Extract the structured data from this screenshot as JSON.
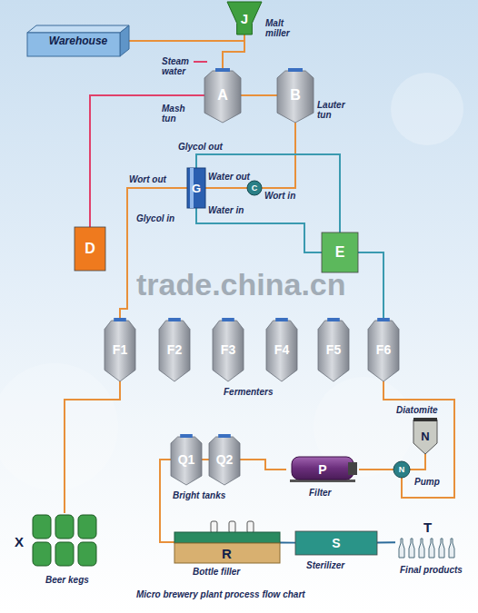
{
  "diagram": {
    "caption": "Micro brewery plant process flow chart",
    "nodes": [
      {
        "text": [
          "Warehouse"
        ]
      },
      {
        "text": [
          "J",
          "Malt miller"
        ]
      },
      {
        "text": [
          "A",
          "Mash tun"
        ]
      },
      {
        "text": [
          "B",
          "Lauter tun"
        ]
      },
      {
        "text": [
          "G"
        ]
      },
      {
        "text": [
          "C"
        ]
      },
      {
        "text": [
          "D"
        ]
      },
      {
        "text": [
          "E"
        ]
      },
      {
        "text": [
          "F1"
        ]
      },
      {
        "text": [
          "F2"
        ]
      },
      {
        "text": [
          "F3"
        ]
      },
      {
        "text": [
          "F4"
        ]
      },
      {
        "text": [
          "F5"
        ]
      },
      {
        "text": [
          "F6"
        ]
      },
      {
        "text": [
          "N",
          "Diatomite"
        ]
      },
      {
        "text": [
          "Q1"
        ]
      },
      {
        "text": [
          "Q2"
        ]
      },
      {
        "text": [
          "P",
          "Filter"
        ]
      },
      {
        "text": [
          "N",
          "Pump"
        ]
      },
      {
        "text": [
          "X",
          "Beer kegs"
        ]
      },
      {
        "text": [
          "R",
          "Bottle filler"
        ]
      },
      {
        "text": [
          "S",
          "Sterilizer"
        ]
      },
      {
        "text": [
          "T",
          "Final products"
        ]
      }
    ],
    "edges": [
      {
        "from": 0,
        "to": 1,
        "arrow": "none"
      },
      {
        "from": 1,
        "to": 2,
        "arrow": "none"
      },
      {
        "from": 2,
        "to": 3,
        "arrow": "none"
      },
      {
        "from": 3,
        "to": 5,
        "arrow": "none"
      },
      {
        "from": 5,
        "to": 4,
        "arrow": "none"
      },
      {
        "from": 4,
        "to": 8,
        "arrow": "none"
      },
      {
        "from": 6,
        "to": 2,
        "arrow": "none"
      },
      {
        "from": 7,
        "to": 4,
        "arrow": "none"
      },
      {
        "from": 4,
        "to": 7,
        "arrow": "none"
      },
      {
        "from": 7,
        "to": 13,
        "arrow": "none"
      },
      {
        "from": 13,
        "to": 18,
        "arrow": "none"
      },
      {
        "from": 14,
        "to": 18,
        "arrow": "none"
      },
      {
        "from": 18,
        "to": 17,
        "arrow": "none"
      },
      {
        "from": 17,
        "to": 16,
        "arrow": "none"
      },
      {
        "from": 15,
        "to": 16,
        "arrow": "none"
      },
      {
        "from": 15,
        "to": 20,
        "arrow": "none"
      },
      {
        "from": 8,
        "to": 19,
        "arrow": "none"
      },
      {
        "from": 20,
        "to": 21,
        "arrow": "none"
      },
      {
        "from": 21,
        "to": 22,
        "arrow": "none"
      }
    ],
    "labels": [
      "Steam water",
      "Glycol out",
      "Water out",
      "Wort out",
      "Wort in",
      "Glycol in",
      "Water in",
      "trade.china.cn",
      "Fermenters",
      "Bright tanks"
    ]
  }
}
